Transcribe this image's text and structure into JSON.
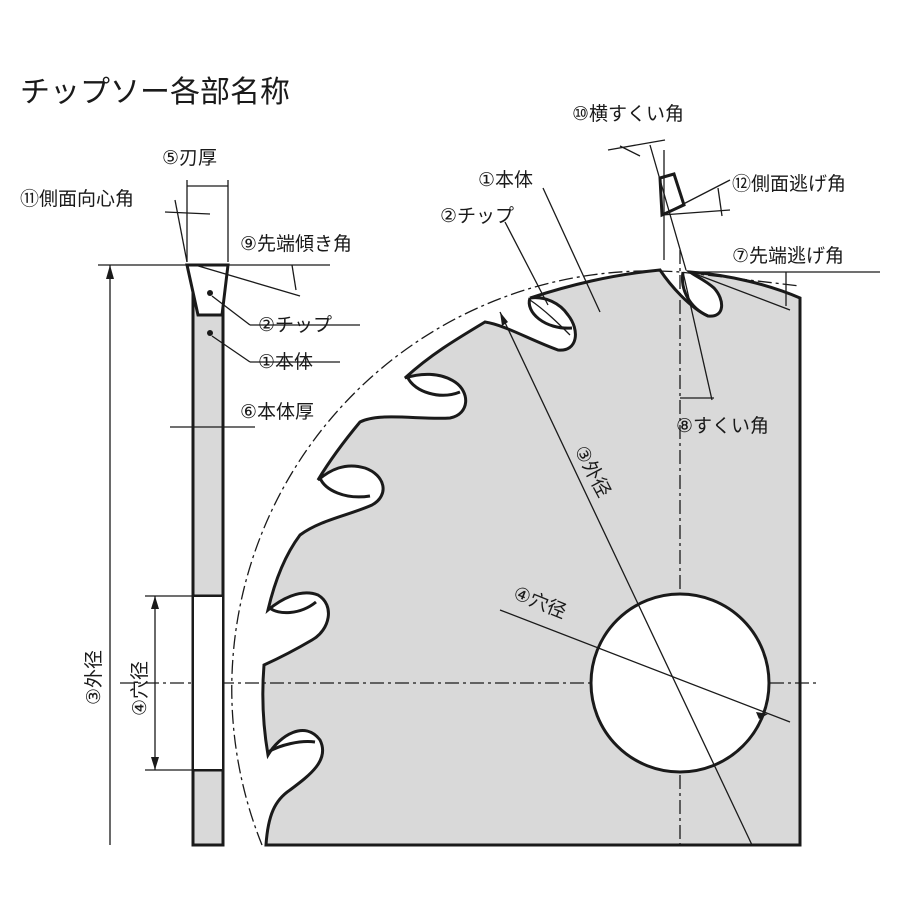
{
  "title": "チップソー各部名称",
  "labels": {
    "blade_thickness": "⑤刃厚",
    "side_radial_angle": "⑪側面向心角",
    "tip_bevel_angle": "⑨先端傾き角",
    "chip_side": "②チップ",
    "body_side": "①本体",
    "body_thickness": "⑥本体厚",
    "outer_dia_side": "③外径",
    "bore_side": "④穴径",
    "lateral_rake": "⑩横すくい角",
    "side_clearance": "⑫側面逃げ角",
    "body_front": "①本体",
    "chip_front": "②チップ",
    "tip_clearance": "⑦先端逃げ角",
    "rake": "⑧すくい角",
    "outer_dia_front": "③外径",
    "bore_front": "④穴径"
  },
  "colors": {
    "blade_fill": "#d9d9d9",
    "line": "#1a1a1a",
    "background": "#ffffff"
  }
}
